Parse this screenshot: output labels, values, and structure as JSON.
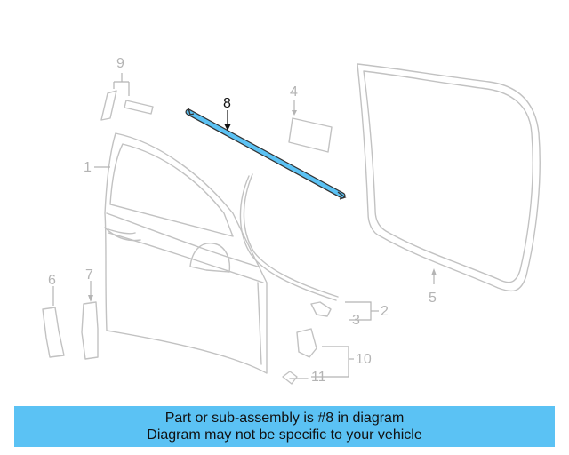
{
  "diagram": {
    "callouts": {
      "c1": "1",
      "c2": "2",
      "c3": "3",
      "c4": "4",
      "c5": "5",
      "c6": "6",
      "c7": "7",
      "c8": "8",
      "c9": "9",
      "c10": "10",
      "c11": "11"
    },
    "highlighted_part": "8",
    "highlight_color": "#5bc2f4"
  },
  "footer": {
    "line1": "Part or sub-assembly is #8 in diagram",
    "line2": "Diagram may not be specific to your vehicle",
    "background": "#5bc2f4"
  }
}
